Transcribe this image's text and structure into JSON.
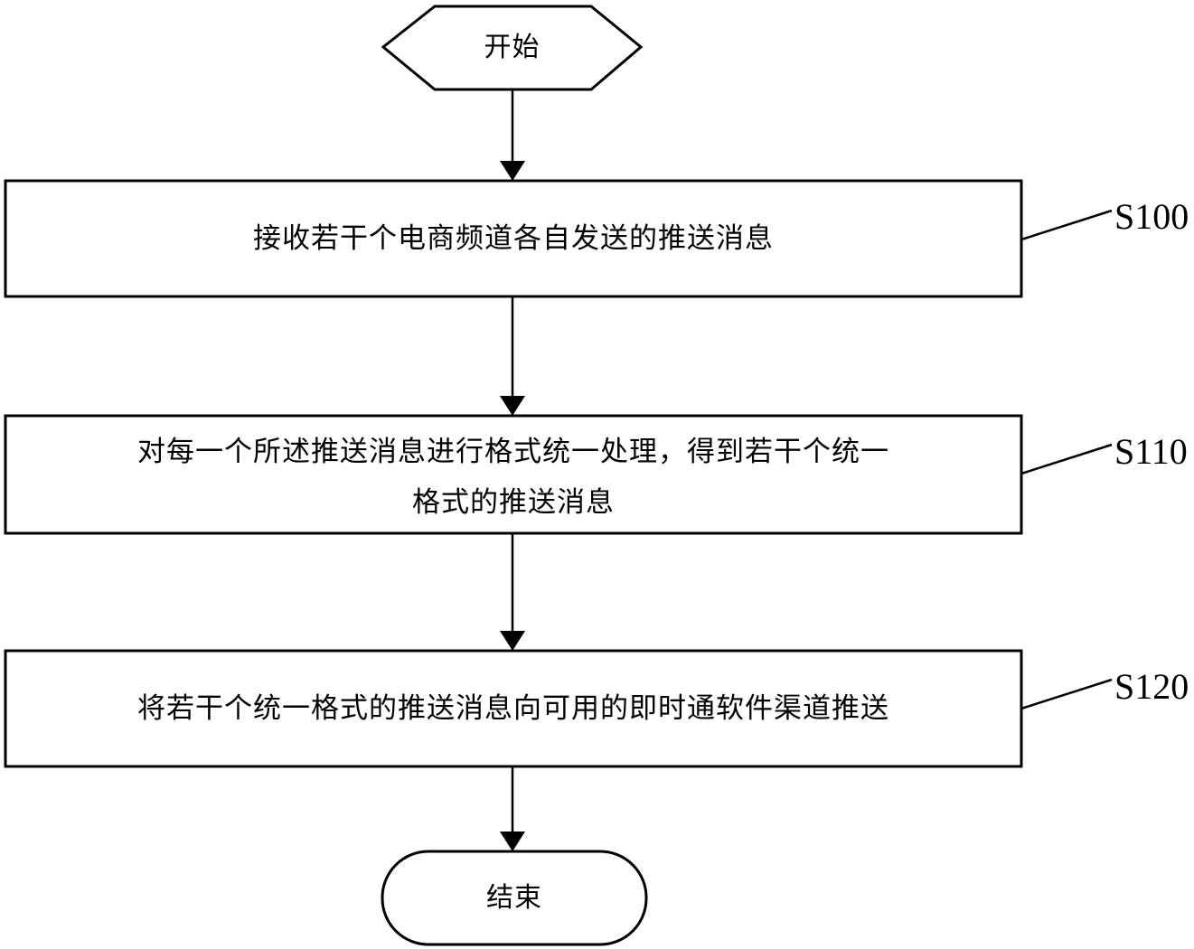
{
  "diagram": {
    "type": "flowchart",
    "orientation": "vertical",
    "stroke_color": "#000000",
    "background_color": "#ffffff",
    "nodes": [
      {
        "id": "start",
        "shape": "hexagon",
        "label": "开始"
      },
      {
        "id": "s100",
        "shape": "rectangle",
        "label_line1": "接收若干个电商频道各自发送的推送消息",
        "step_tag": "S100"
      },
      {
        "id": "s110",
        "shape": "rectangle",
        "label_line1": "对每一个所述推送消息进行格式统一处理，得到若干个统一",
        "label_line2": "格式的推送消息",
        "step_tag": "S110"
      },
      {
        "id": "s120",
        "shape": "rectangle",
        "label_line1": "将若干个统一格式的推送消息向可用的即时通软件渠道推送",
        "step_tag": "S120"
      },
      {
        "id": "end",
        "shape": "stadium",
        "label": "结束"
      }
    ],
    "connectors": [
      {
        "from": "start",
        "to": "s100",
        "arrow": "down"
      },
      {
        "from": "s100",
        "to": "s110",
        "arrow": "down"
      },
      {
        "from": "s110",
        "to": "s120",
        "arrow": "down"
      },
      {
        "from": "s120",
        "to": "end",
        "arrow": "down"
      }
    ]
  }
}
